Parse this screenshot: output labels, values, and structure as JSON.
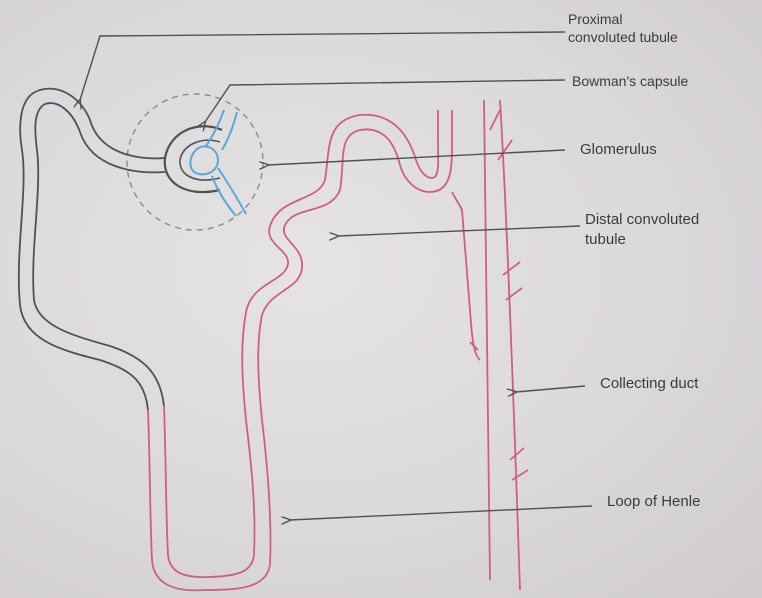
{
  "labels": {
    "pct_line1": "Proximal",
    "pct_line2": "convoluted tubule",
    "bowman": "Bowman's capsule",
    "glomerulus": "Glomerulus",
    "dct_line1": "Distal convoluted",
    "dct_line2": "tubule",
    "collecting_duct": "Collecting duct",
    "loop_of_henle": "Loop of Henle"
  },
  "colors": {
    "outline": "#505058",
    "loop": "#d0607a",
    "loop_fill": "#f0d8de",
    "glomerulus": "#5aa8d8",
    "leader": "#505058",
    "dashed_circle": "#8a8890"
  }
}
